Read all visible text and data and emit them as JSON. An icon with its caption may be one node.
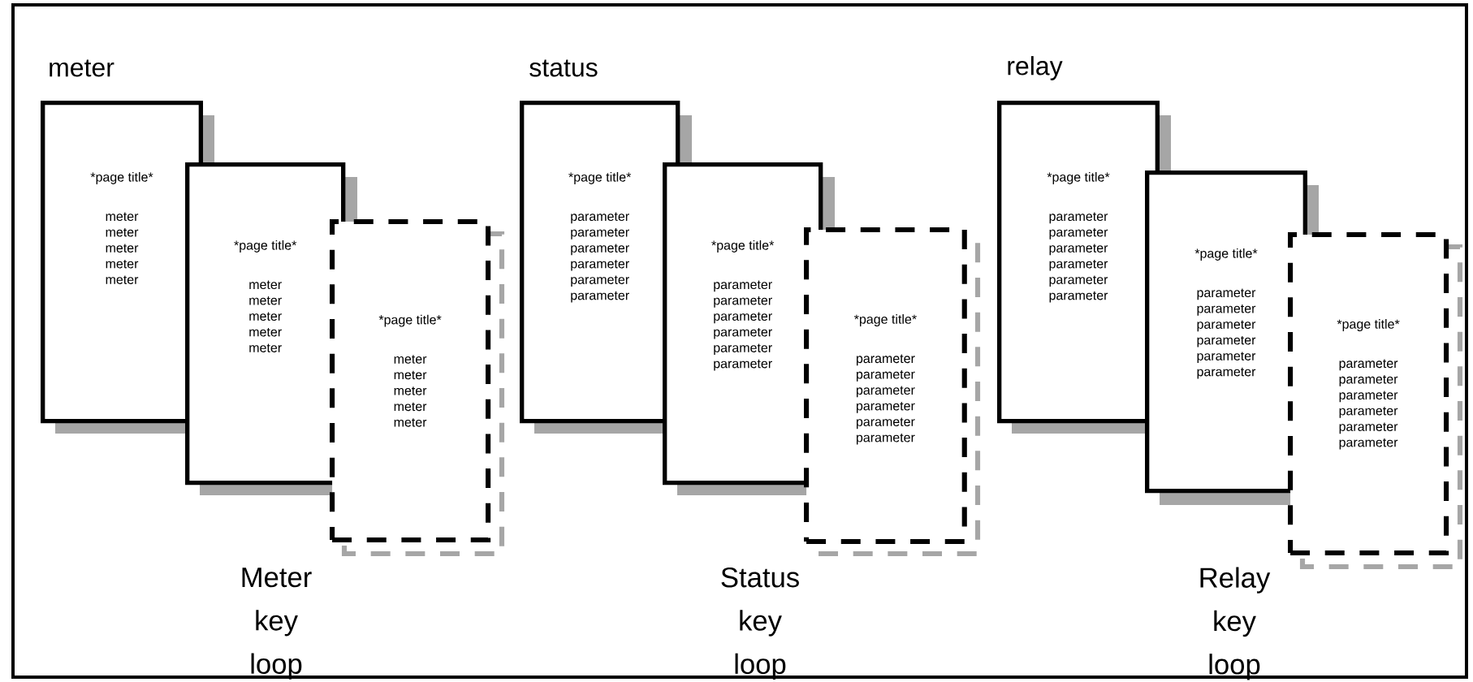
{
  "diagram": {
    "nodes": [
      {
        "text": [
          "*page title*",
          "meter meter meter meter meter"
        ]
      },
      {
        "text": [
          "*page title*",
          "meter meter meter meter meter"
        ]
      },
      {
        "text": [
          "*page title*",
          "meter meter meter meter meter"
        ]
      },
      {
        "text": [
          "*page title*",
          "parameter parameter parameter parameter parameter parameter"
        ]
      },
      {
        "text": [
          "*page title*",
          "parameter parameter parameter parameter parameter parameter"
        ]
      },
      {
        "text": [
          "*page title*",
          "parameter parameter parameter parameter parameter parameter"
        ]
      },
      {
        "text": [
          "*page title*",
          "parameter parameter parameter parameter parameter parameter"
        ]
      },
      {
        "text": [
          "*page title*",
          "parameter parameter parameter parameter parameter parameter"
        ]
      },
      {
        "text": [
          "*page title*",
          "parameter parameter parameter parameter parameter parameter"
        ]
      }
    ],
    "labels": [
      "meter",
      "status",
      "relay",
      "Meter key loop",
      "Status key loop",
      "Relay key loop"
    ]
  }
}
